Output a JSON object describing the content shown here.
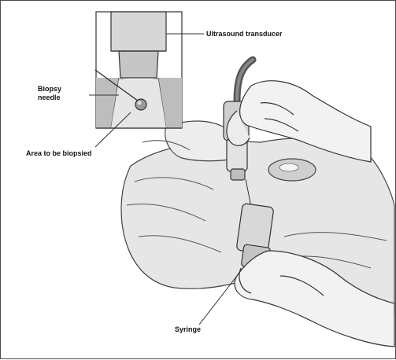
{
  "labels": {
    "transducer": "Ultrasound transducer",
    "needle": "Biopsy\nneedle",
    "area": "Area to be biopsied",
    "syringe": "Syringe"
  },
  "colors": {
    "skin_light": "#efefef",
    "skin_mid": "#d9d9d9",
    "skin_dark": "#bdbdbd",
    "line": "#333333"
  }
}
